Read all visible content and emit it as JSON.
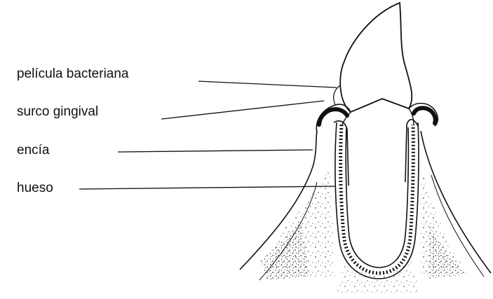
{
  "diagram": {
    "labels": {
      "bacterial_film": "película bacteriana",
      "gingival_sulcus": "surco gingival",
      "gum": "encía",
      "bone": "hueso"
    },
    "colors": {
      "ink": "#111111",
      "background": "#ffffff"
    }
  }
}
